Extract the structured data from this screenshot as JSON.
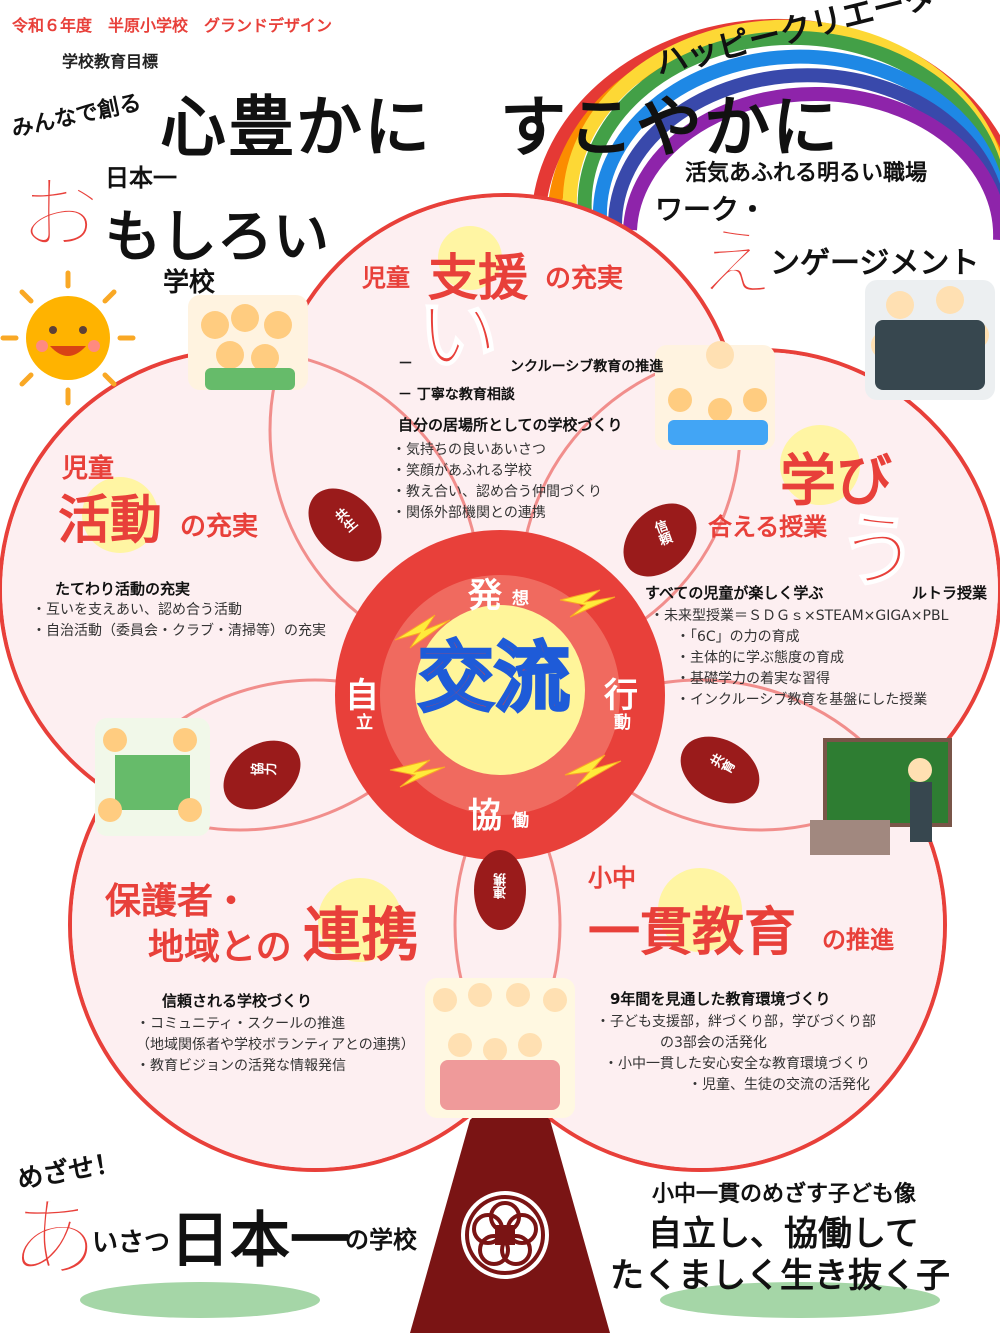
{
  "header": {
    "doc_title": "令和６年度　半原小学校　グランドデザイン",
    "goal_label": "学校教育目標",
    "goal_main": "心豊かに　すこやかに"
  },
  "top_left": {
    "minna": "みんなで創る",
    "nihon": "日本一",
    "o_char": "お",
    "omoshiroi_rest": "もしろい",
    "gakko": "学校"
  },
  "top_right": {
    "rainbow_text": "ハッピークリエーターに",
    "kakki": "活気あふれる明るい職場",
    "work": "ワーク・",
    "e_char": "え",
    "engagement_rest": "ンゲージメント"
  },
  "petal_top": {
    "title_pre": "児童",
    "title_big": "支援",
    "title_post": "の充実",
    "i_char": "い",
    "inclusive": "ンクルーシブ教育の推進",
    "dash": "－",
    "item1": "－ 丁寧な教育相談",
    "subhead": "自分の居場所としての学校づくり",
    "items": [
      "・気持ちの良いあいさつ",
      "・笑顔があふれる学校",
      "・教え合い、認め合う仲間づくり",
      "・関係外部機関との連携"
    ]
  },
  "petal_left": {
    "title_small": "児童",
    "title_big": "活動",
    "title_post": "の充実",
    "subhead": "たてわり活動の充実",
    "items": [
      "・互いを支えあい、認め合う活動",
      "・自治活動（委員会・クラブ・清掃等）の充実"
    ]
  },
  "petal_right": {
    "title_big": "学び",
    "title_post": "合える授業",
    "u_char": "う",
    "subhead_pre": "すべての児童が楽しく学ぶ",
    "subhead_post": "ルトラ授業",
    "items": [
      "・未来型授業＝ＳＤＧｓ×STEAM×GIGA×PBL",
      "・「6C」の力の育成",
      "・主体的に学ぶ態度の育成",
      "・基礎学力の着実な習得",
      "・インクルーシブ教育を基盤にした授業"
    ]
  },
  "petal_bottom_left": {
    "title_line1": "保護者・",
    "title_line2": "地域との",
    "title_big": "連携",
    "subhead": "信頼される学校づくり",
    "items": [
      "・コミュニティ・スクールの推進",
      "（地域関係者や学校ボランティアとの連携）",
      "・教育ビジョンの活発な情報発信"
    ]
  },
  "petal_bottom_right": {
    "title_small": "小中",
    "title_big": "一貫教育",
    "title_post": "の推進",
    "subhead": "9年間を見通した教育環境づくり",
    "items": [
      "・子ども支援部，絆づくり部，学びづくり部",
      "の3部会の活発化",
      "・小中一貫した安心安全な教育環境づくり",
      "・児童、生徒の交流の活発化"
    ]
  },
  "center": {
    "main": "交流",
    "top_big": "発",
    "top_small": "想",
    "left_big": "自",
    "left_small": "立",
    "right_big": "行",
    "right_small": "動",
    "bottom_big": "協",
    "bottom_small": "働"
  },
  "ovals": {
    "kyosei": "共生",
    "shinrai": "信頼",
    "kyoryoku": "協力",
    "kyoiku": "共育",
    "renkei": "連携"
  },
  "bottom_left": {
    "mezase": "めざせ！",
    "a_char": "あ",
    "aisatsu_rest": "いさつ",
    "nihon": "日本一",
    "no_gakko": "の学校"
  },
  "bottom_right": {
    "heading": "小中一貫のめざす子ども像",
    "line1": "自立し、協働して",
    "line2": "たくましく生き抜く子"
  },
  "colors": {
    "accent_red": "#e8403a",
    "petal_fill": "#fdeff1",
    "dark_red": "#9a1b1b",
    "trunk": "#7a1414",
    "yellow_glow": "#fff59a"
  },
  "icons": [
    "sun-icon",
    "rainbow-icon",
    "school-emblem-icon",
    "lightning-icon"
  ]
}
